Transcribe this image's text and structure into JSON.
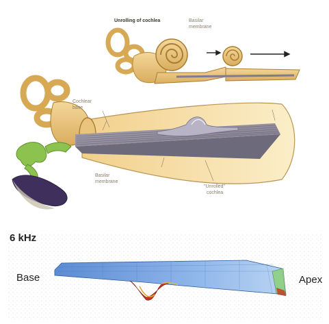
{
  "top_diagram": {
    "title": "Unrolling of cochlea",
    "label_basilar_top_1": "Basilar",
    "label_basilar_top_2": "membrane",
    "label_cochlea_base_1": "Cochlear",
    "label_cochlea_base_2": "base",
    "label_basilar_bottom_1": "Basilar",
    "label_basilar_bottom_2": "membrane",
    "label_unrolled_1": "\"Unrolled\"",
    "label_unrolled_2": "cochlea"
  },
  "bottom_plot": {
    "frequency_label": "6 kHz",
    "left_label": "Base",
    "right_label": "Apex"
  },
  "colors": {
    "cochlea_tan": "#e6c27a",
    "membrane_blue": "#6f98d8",
    "response_red": "#c0341e"
  }
}
